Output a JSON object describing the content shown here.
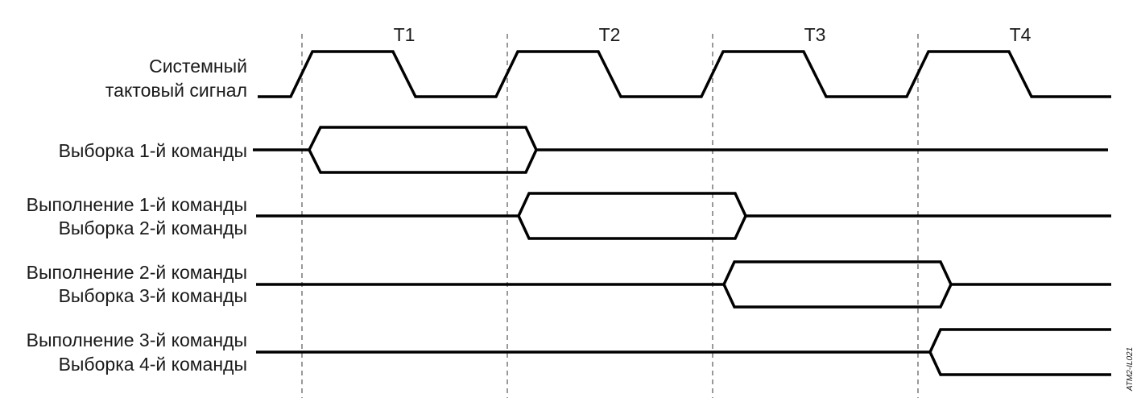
{
  "periods": [
    "T1",
    "T2",
    "T3",
    "T4"
  ],
  "signals": [
    {
      "name": "clock",
      "lines": [
        "Системный",
        "тактовый сигнал"
      ],
      "wave": "clock"
    },
    {
      "name": "fetch-1",
      "lines": [
        "Выборка 1-й команды"
      ],
      "active": [
        1,
        2
      ]
    },
    {
      "name": "exec-1-fetch-2",
      "lines": [
        "Выполнение 1-й команды",
        "Выборка 2-й команды"
      ],
      "active": [
        2,
        3
      ]
    },
    {
      "name": "exec-2-fetch-3",
      "lines": [
        "Выполнение 2-й команды",
        "Выборка 3-й команды"
      ],
      "active": [
        3,
        4
      ]
    },
    {
      "name": "exec-3-fetch-4",
      "lines": [
        "Выполнение 3-й команды",
        "Выборка 4-й команды"
      ],
      "active": [
        4,
        5
      ]
    }
  ],
  "figure_code": "ATM2-IL021"
}
